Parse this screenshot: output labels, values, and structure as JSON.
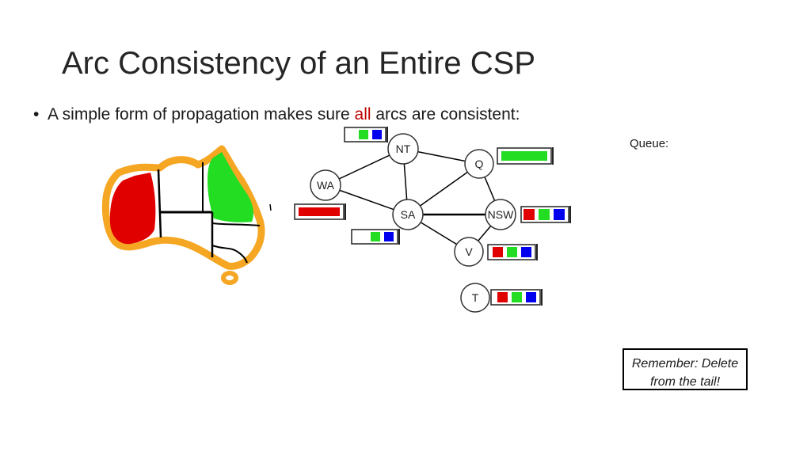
{
  "slide": {
    "title": "Arc Consistency of an Entire CSP",
    "bullet_prefix": "A simple form of propagation makes sure ",
    "bullet_highlight": "all",
    "bullet_suffix": " arcs are consistent:",
    "queue_label": "Queue:",
    "note_line1": "Remember: Delete",
    "note_line2": "from  the tail!"
  },
  "colors": {
    "red": "#e00000",
    "green": "#22dd22",
    "blue": "#0000ee",
    "highlight": "#c00000",
    "map_outline": "#f5a623"
  },
  "graph": {
    "nodes": [
      {
        "id": "NT",
        "label": "NT",
        "domain": [
          "green",
          "blue"
        ]
      },
      {
        "id": "Q",
        "label": "Q",
        "domain": [
          "green"
        ]
      },
      {
        "id": "WA",
        "label": "WA",
        "domain": [
          "red"
        ]
      },
      {
        "id": "SA",
        "label": "SA",
        "domain": [
          "green",
          "blue"
        ]
      },
      {
        "id": "NSW",
        "label": "NSW",
        "domain": [
          "red",
          "green",
          "blue"
        ]
      },
      {
        "id": "V",
        "label": "V",
        "domain": [
          "red",
          "green",
          "blue"
        ]
      },
      {
        "id": "T",
        "label": "T",
        "domain": [
          "red",
          "green",
          "blue"
        ]
      }
    ],
    "edges": [
      [
        "WA",
        "NT"
      ],
      [
        "WA",
        "SA"
      ],
      [
        "NT",
        "SA"
      ],
      [
        "NT",
        "Q"
      ],
      [
        "SA",
        "Q"
      ],
      [
        "SA",
        "NSW"
      ],
      [
        "SA",
        "V"
      ],
      [
        "Q",
        "NSW"
      ],
      [
        "NSW",
        "V"
      ]
    ]
  },
  "map": {
    "regions": [
      {
        "name": "WA",
        "fill": "red"
      },
      {
        "name": "Q",
        "fill": "green"
      }
    ]
  }
}
